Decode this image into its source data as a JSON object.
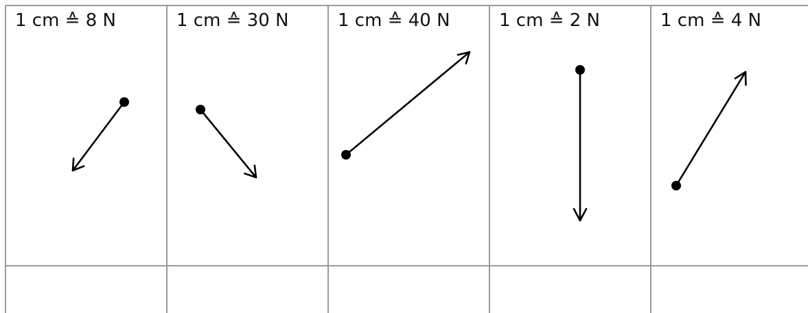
{
  "table": {
    "columns": [
      {
        "scale_label": "1 cm ≙ 8 N"
      },
      {
        "scale_label": "1 cm ≙ 30 N"
      },
      {
        "scale_label": "1 cm ≙ 40 N"
      },
      {
        "scale_label": "1 cm ≙ 2 N"
      },
      {
        "scale_label": "1 cm ≙ 4 N"
      }
    ]
  },
  "colors": {
    "grid": "#9a9a9a",
    "ink": "#000000"
  }
}
